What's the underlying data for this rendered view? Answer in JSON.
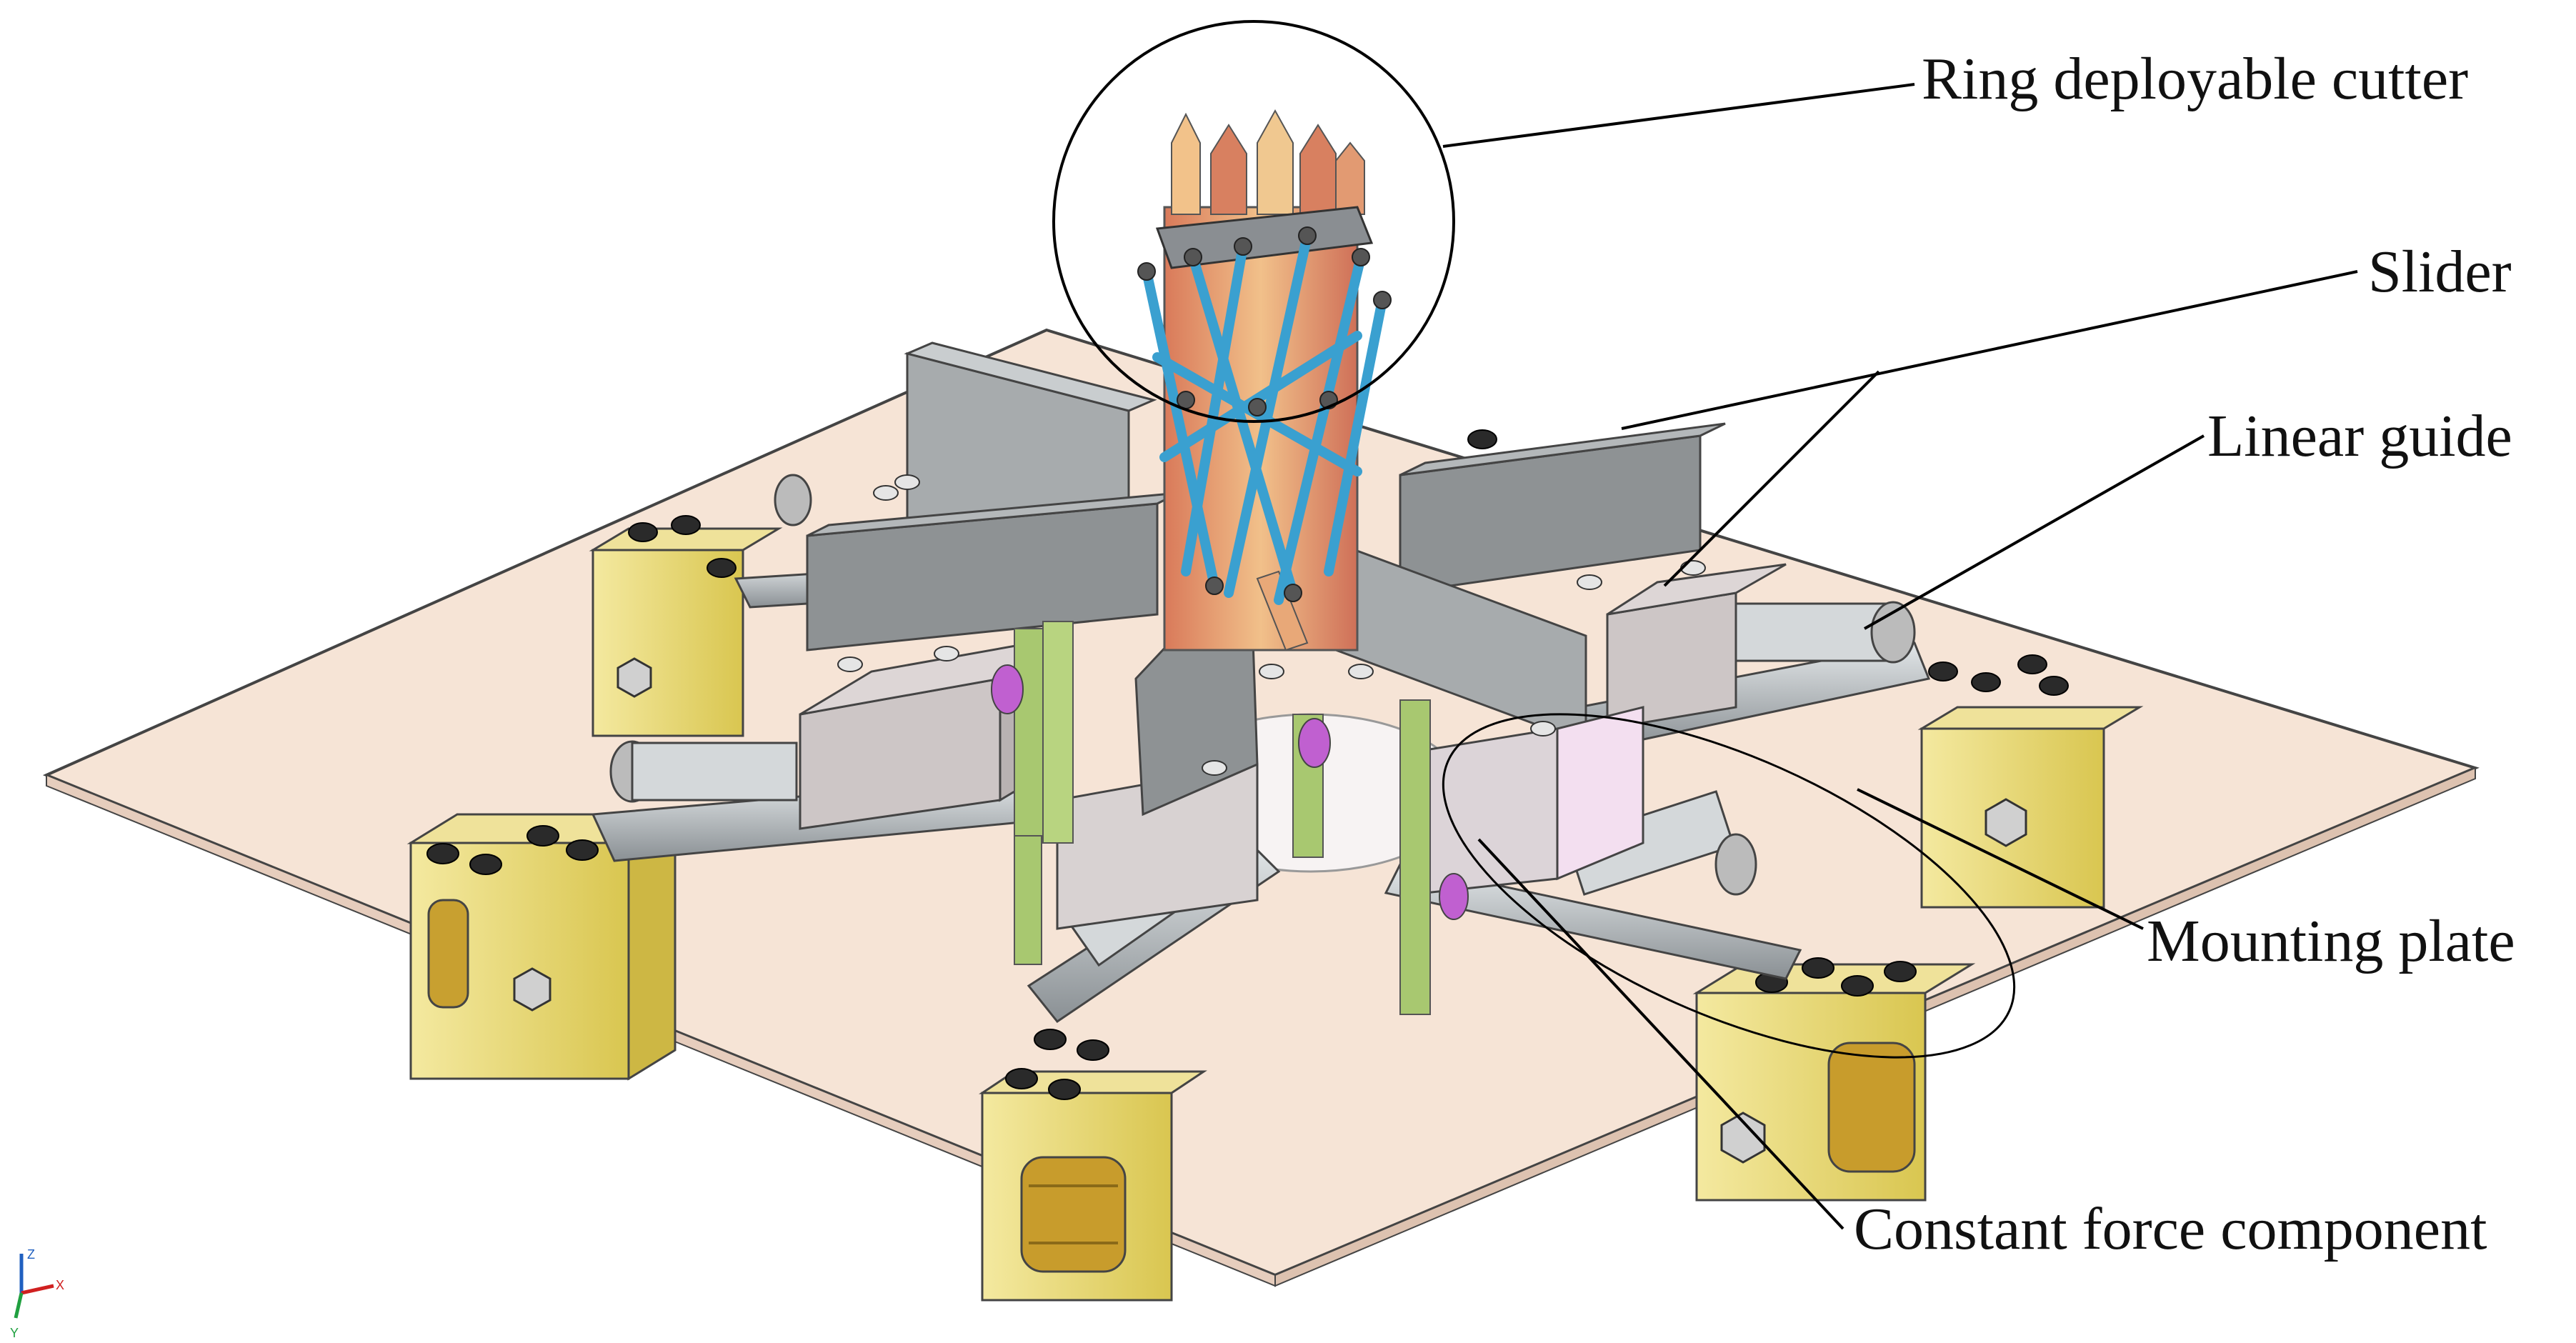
{
  "labels": {
    "ring_cutter": "Ring deployable cutter",
    "slider": "Slider",
    "linear_guide": "Linear guide",
    "mounting_plate": "Mounting plate",
    "constant_force": "Constant force component"
  },
  "axis_triad": {
    "z": "Z",
    "x": "X",
    "y": "Y"
  },
  "colors": {
    "plate": "#f6e4d6",
    "slider_block": "#8e9294",
    "guide_rail": "#b9bec2",
    "yellow_bracket": "#e8d878",
    "blade_orange": "#e8a878",
    "link_blue": "#3aa0d0",
    "purple_part": "#c060d0",
    "green_strip": "#a8c870"
  }
}
